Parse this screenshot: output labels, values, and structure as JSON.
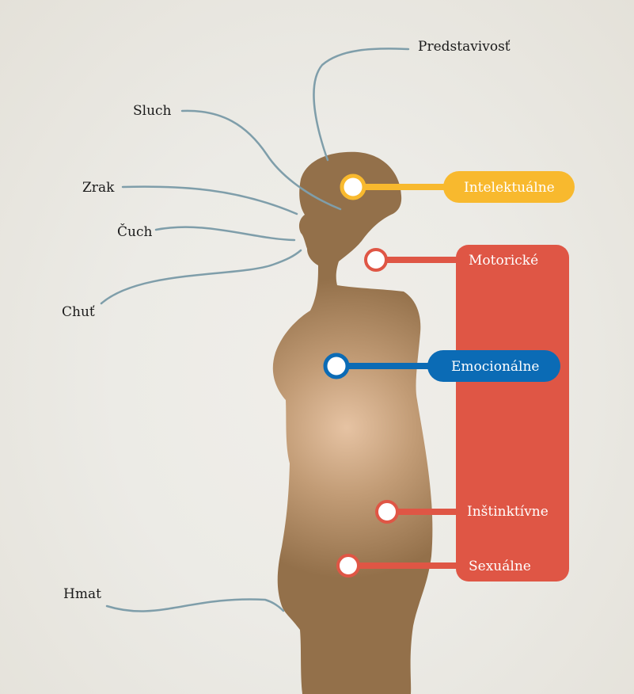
{
  "colors": {
    "silhouette": "#93704a",
    "glow": "#e6c3a3",
    "intellectual": "#f8b92e",
    "emotional": "#0b6bb5",
    "red": "#df5645",
    "connector": "#7f9eaa",
    "dot_fill": "#ffffff"
  },
  "senses": [
    {
      "id": "imagination",
      "label": "Predstavivosť"
    },
    {
      "id": "hearing",
      "label": "Sluch"
    },
    {
      "id": "sight",
      "label": "Zrak"
    },
    {
      "id": "smell",
      "label": "Čuch"
    },
    {
      "id": "taste",
      "label": "Chuť"
    },
    {
      "id": "touch",
      "label": "Hmat"
    }
  ],
  "centers": {
    "intellectual": {
      "label": "Intelektuálne",
      "color": "#f8b92e"
    },
    "motor": {
      "label": "Motorické",
      "color": "#df5645"
    },
    "emotional": {
      "label": "Emocionálne",
      "color": "#0b6bb5"
    },
    "instinctive": {
      "label": "Inštinktívne",
      "color": "#df5645"
    },
    "sexual": {
      "label": "Sexuálne",
      "color": "#df5645"
    }
  }
}
